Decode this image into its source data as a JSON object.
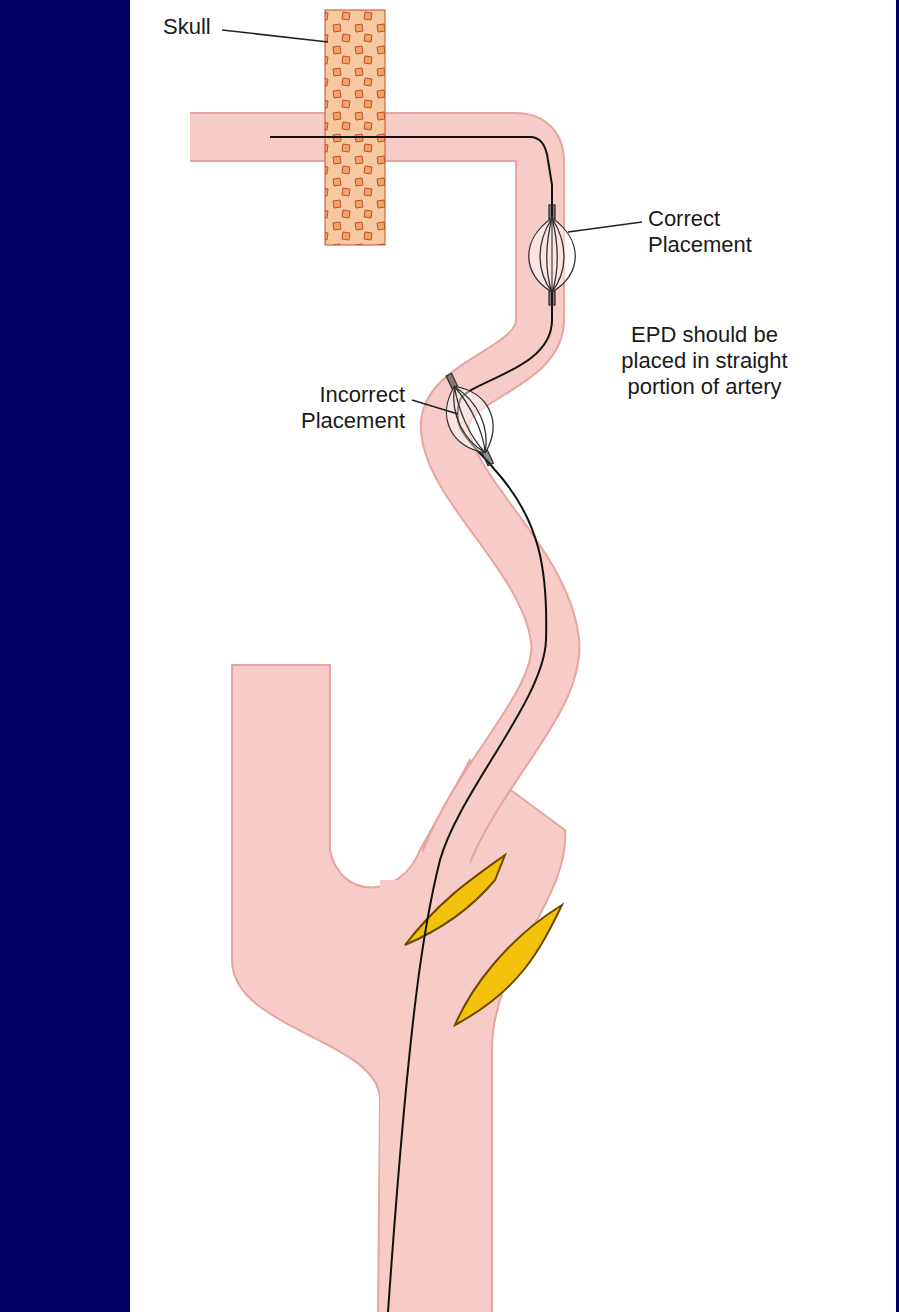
{
  "diagram": {
    "labels": [
      "Skull",
      "Correct Placement",
      "Incorrect Placement",
      "EPD should be placed in straight portion of artery"
    ]
  }
}
